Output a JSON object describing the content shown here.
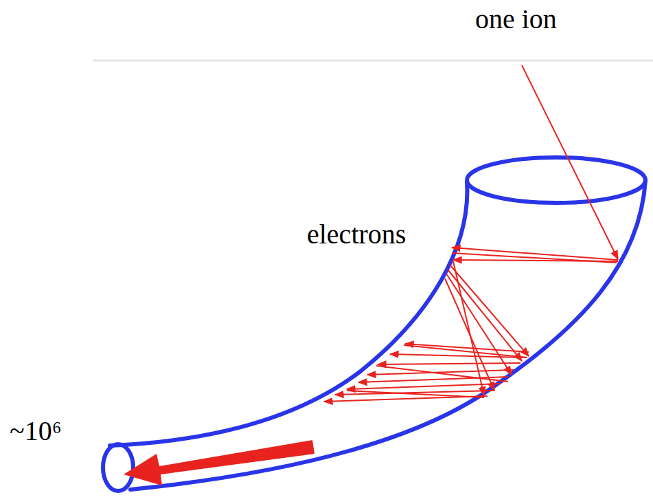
{
  "diagram": {
    "labels": [
      "one ion",
      "electrons",
      "~10⁶"
    ]
  }
}
